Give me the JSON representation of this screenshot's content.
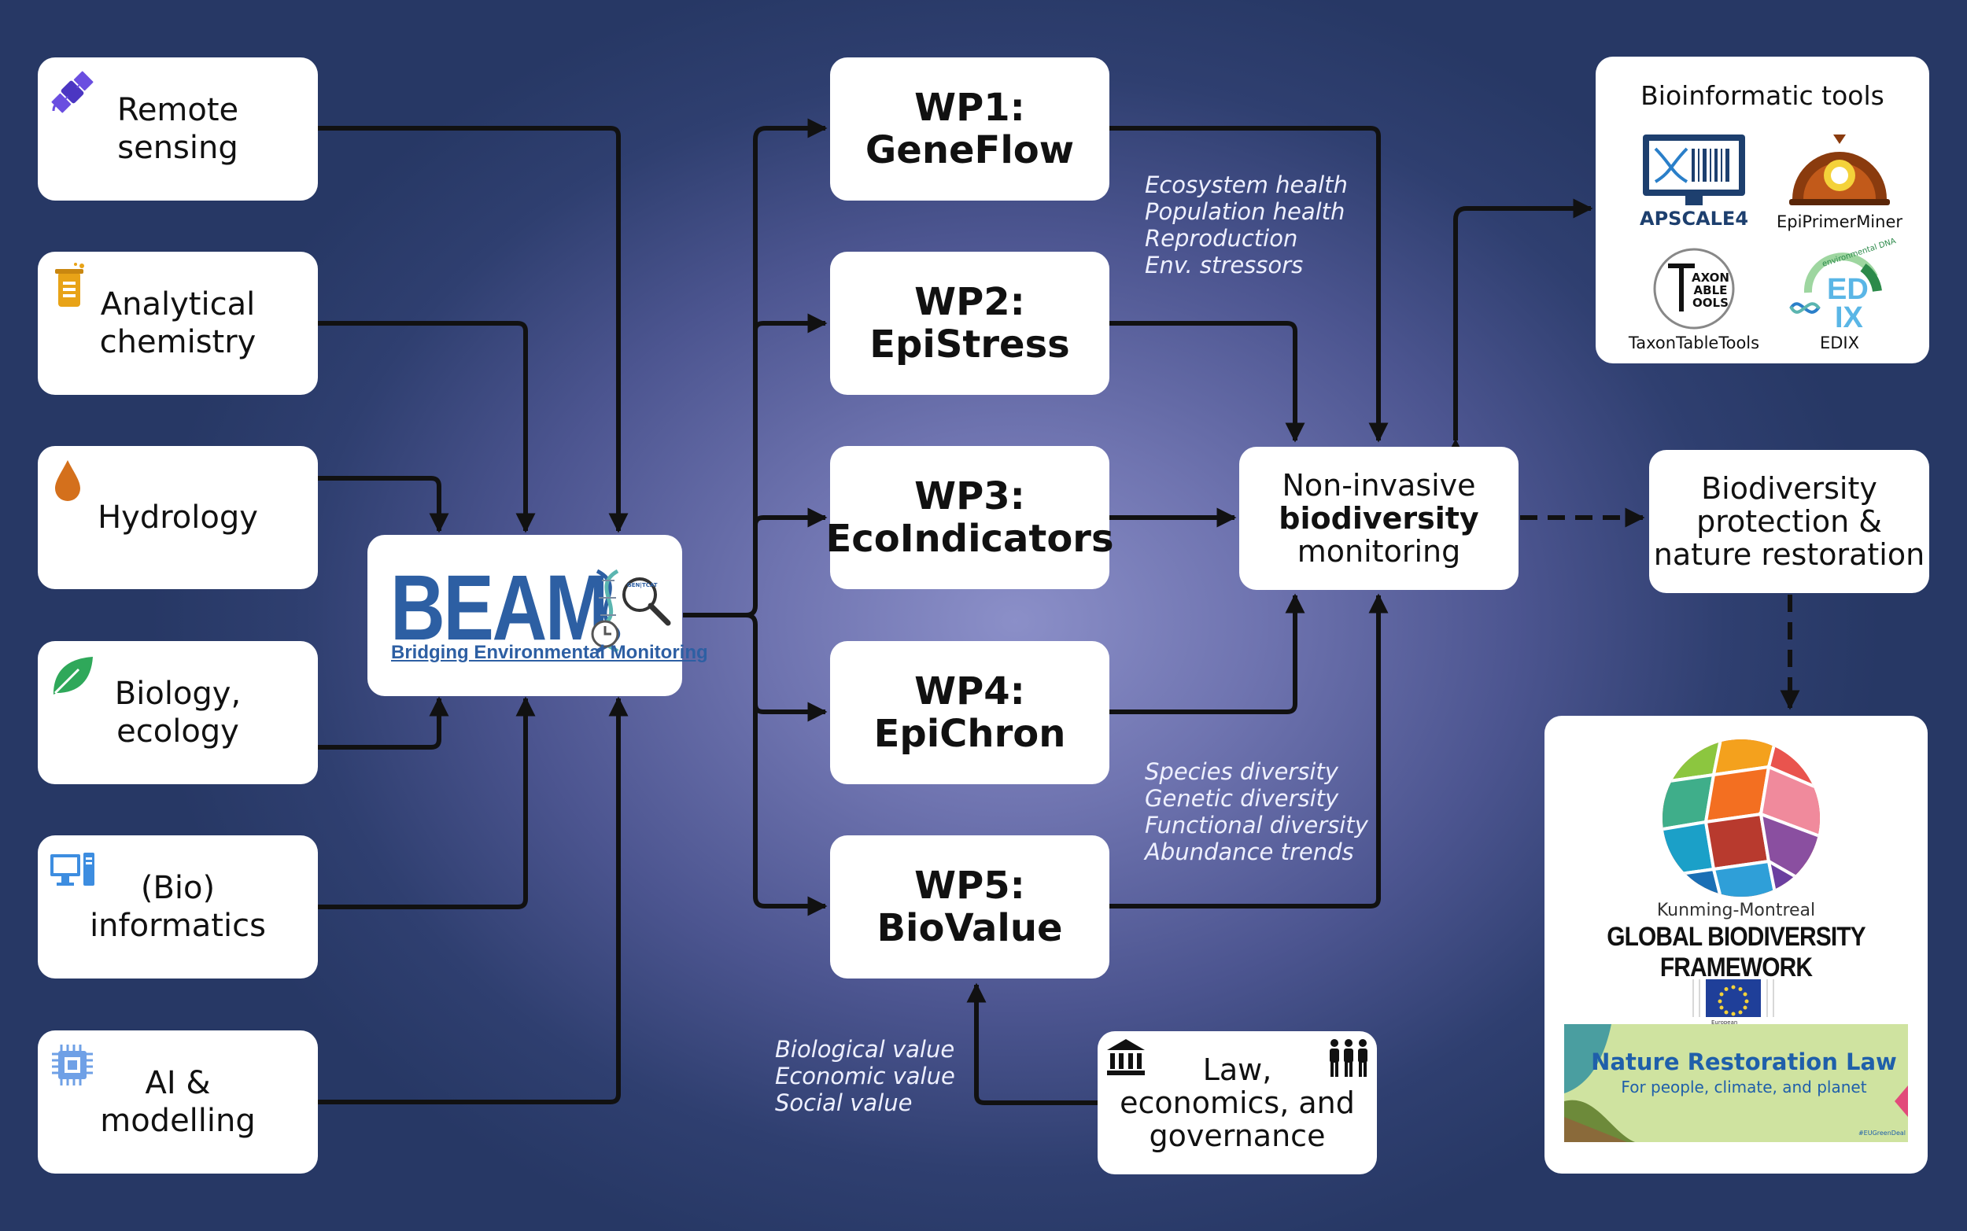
{
  "sources": [
    {
      "label": "Remote sensing",
      "icon": "satellite-icon"
    },
    {
      "label": "Analytical chemistry",
      "icon": "beaker-icon"
    },
    {
      "label": "Hydrology",
      "icon": "water-drop-icon"
    },
    {
      "label": "Biology, ecology",
      "icon": "leaf-icon"
    },
    {
      "label": "(Bio) informatics",
      "icon": "computer-icon"
    },
    {
      "label": "AI & modelling",
      "icon": "chip-icon"
    }
  ],
  "source_lines": [
    [
      "Remote",
      "sensing"
    ],
    [
      "Analytical",
      "chemistry"
    ],
    [
      "Hydrology"
    ],
    [
      "Biology,",
      "ecology"
    ],
    [
      "(Bio)",
      "informatics"
    ],
    [
      "AI &",
      "modelling"
    ]
  ],
  "beam": {
    "logo_text": "BEAM",
    "subtitle": "Bridging Environmental Monitoring",
    "badge": "GEN|TCAT"
  },
  "work_packages": [
    {
      "code": "WP1:",
      "name": "GeneFlow"
    },
    {
      "code": "WP2:",
      "name": "EpiStress"
    },
    {
      "code": "WP3:",
      "name": "EcoIndicators"
    },
    {
      "code": "WP4:",
      "name": "EpiChron"
    },
    {
      "code": "WP5:",
      "name": "BioValue"
    }
  ],
  "notes_upper": [
    "Ecosystem health",
    "Population health",
    "Reproduction",
    "Env. stressors"
  ],
  "notes_lower": [
    "Species diversity",
    "Genetic diversity",
    "Functional diversity",
    "Abundance trends"
  ],
  "notes_value": [
    "Biological value",
    "Economic value",
    "Social value"
  ],
  "monitoring": {
    "line1": "Non-invasive",
    "line2": "biodiversity",
    "line3": "monitoring"
  },
  "bioinformatic_tools": {
    "title": "Bioinformatic tools",
    "tools": [
      "APSCALE4",
      "EpiPrimerMiner",
      "TaxonTableTools",
      "EDIX"
    ],
    "taxon_logo": [
      "AXON",
      "ABLE",
      "OOLS"
    ],
    "edix_arc": "environmental DNA"
  },
  "protection": {
    "lines": [
      "Biodiversity",
      "protection &",
      "nature restoration"
    ]
  },
  "law": {
    "lines": [
      "Law,",
      "economics, and",
      "governance"
    ]
  },
  "framework": {
    "gbf_small": "Kunming-Montreal",
    "gbf_big": "GLOBAL BIODIVERSITY FRAMEWORK",
    "ec_label": "European Commission",
    "nrl_title": "Nature Restoration Law",
    "nrl_sub": "For people, climate, and planet",
    "hashtag": "#EUGreenDeal"
  },
  "colors": {
    "arrow": "#111111",
    "box": "#ffffff",
    "beam_blue": "#2d5fa3",
    "note_text": "#eef0ff"
  }
}
